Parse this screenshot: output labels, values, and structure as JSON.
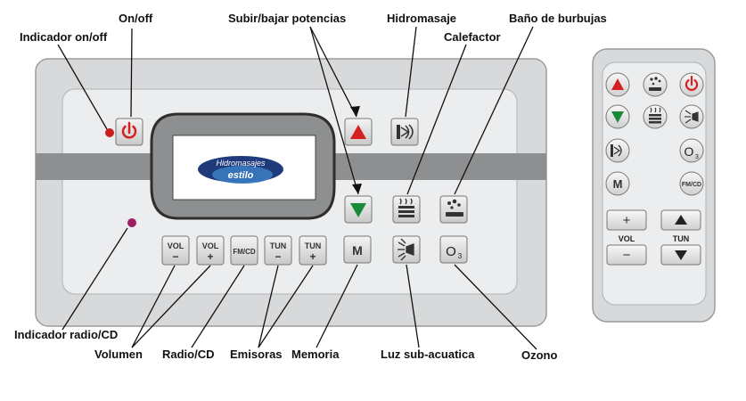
{
  "labels": {
    "onoff": "On/off",
    "indicador_onoff": "Indicador on/off",
    "subir_bajar": "Subir/bajar potencias",
    "hidromasaje": "Hidromasaje",
    "calefactor": "Calefactor",
    "bano_burbujas": "Baño de burbujas",
    "indicador_radio": "Indicador radio/CD",
    "volumen": "Volumen",
    "radio_cd": "Radio/CD",
    "emisoras": "Emisoras",
    "memoria": "Memoria",
    "luz": "Luz sub-acuatica",
    "ozono": "Ozono"
  },
  "panel": {
    "logo_line1": "Hidromasajes",
    "logo_line2": "estilo",
    "vol_minus_top": "VOL",
    "vol_minus_sym": "−",
    "vol_plus_top": "VOL",
    "vol_plus_sym": "+",
    "fmcd": "FM/CD",
    "tun_minus_top": "TUN",
    "tun_minus_sym": "−",
    "tun_plus_top": "TUN",
    "tun_plus_sym": "+",
    "memory": "M",
    "ozone": "O",
    "ozone_sub": "3"
  },
  "remote": {
    "memory": "M",
    "fmcd": "FM/CD",
    "ozone": "O",
    "ozone_sub": "3",
    "plus": "+",
    "minus": "−",
    "vol": "VOL",
    "tun": "TUN"
  },
  "colors": {
    "red": "#d42020",
    "green": "#1a8a3a",
    "indicator": "#9a2060"
  }
}
